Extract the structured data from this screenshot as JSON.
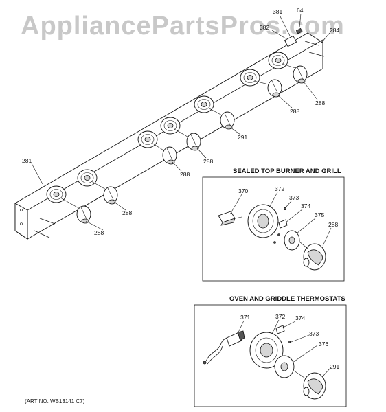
{
  "watermark": "AppliancePartsPros.com",
  "art_number": "(ART NO. WB13141 C7)",
  "insets": {
    "sealed": {
      "title": "SEALED TOP BURNER AND GRILL"
    },
    "oven": {
      "title": "OVEN AND GRIDDLE THERMOSTATS"
    }
  },
  "callouts": {
    "c381": "381",
    "c64": "64",
    "c382": "382",
    "c284": "284",
    "c281": "281",
    "k288a": "288",
    "k288b": "288",
    "k291a": "291",
    "k288c": "288",
    "k288d": "288",
    "k288e": "288",
    "k288f": "288",
    "s370": "370",
    "s372": "372",
    "s373": "373",
    "s374": "374",
    "s375": "375",
    "s288": "288",
    "o371": "371",
    "o372": "372",
    "o374": "374",
    "o373": "373",
    "o376": "376",
    "o291": "291"
  }
}
